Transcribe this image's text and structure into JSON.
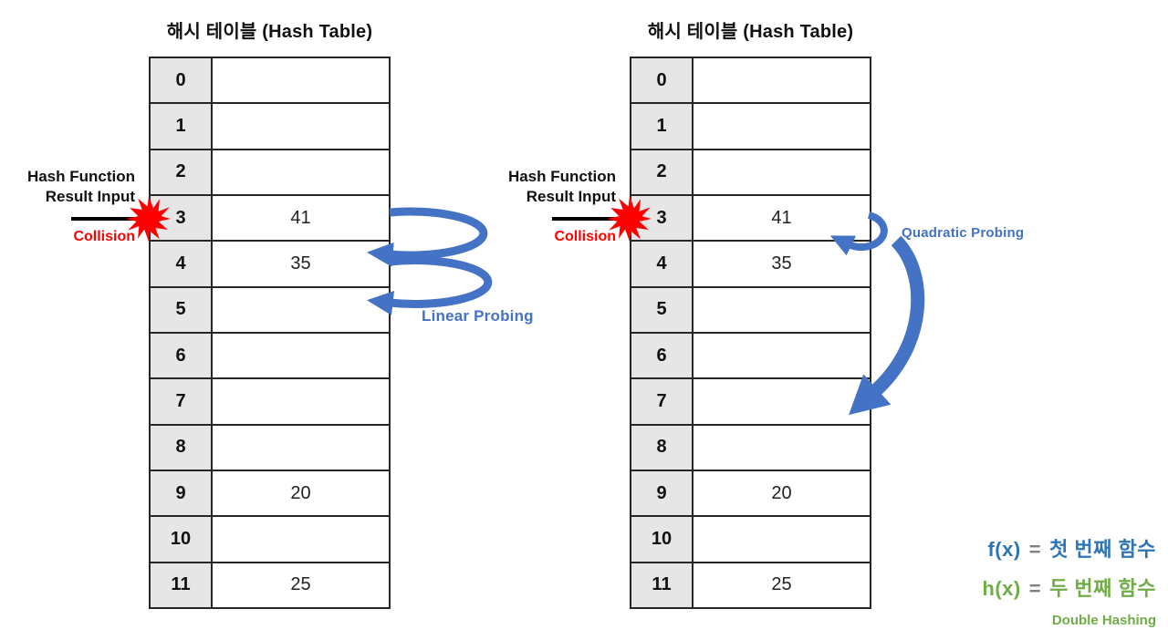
{
  "colors": {
    "arrow_blue": "#4472C4",
    "probing_label_blue": "#4472C4",
    "fx_blue": "#2E75B6",
    "green": "#70AD47",
    "equals_gray": "#808080",
    "collision_red": "#FF0000",
    "index_bg": "#E7E6E6",
    "border_dark": "#262626"
  },
  "left_panel": {
    "title": "해시 테이블 (Hash Table)",
    "hash_label_line1": "Hash Function",
    "hash_label_line2": "Result Input",
    "collision_label": "Collision",
    "probing_label": "Linear Probing",
    "rows": [
      {
        "index": "0",
        "value": ""
      },
      {
        "index": "1",
        "value": ""
      },
      {
        "index": "2",
        "value": ""
      },
      {
        "index": "3",
        "value": "41"
      },
      {
        "index": "4",
        "value": "35"
      },
      {
        "index": "5",
        "value": ""
      },
      {
        "index": "6",
        "value": ""
      },
      {
        "index": "7",
        "value": ""
      },
      {
        "index": "8",
        "value": ""
      },
      {
        "index": "9",
        "value": "20"
      },
      {
        "index": "10",
        "value": ""
      },
      {
        "index": "11",
        "value": "25"
      }
    ]
  },
  "right_panel": {
    "title": "해시 테이블 (Hash Table)",
    "hash_label_line1": "Hash Function",
    "hash_label_line2": "Result Input",
    "collision_label": "Collision",
    "probing_label": "Quadratic Probing",
    "rows": [
      {
        "index": "0",
        "value": ""
      },
      {
        "index": "1",
        "value": ""
      },
      {
        "index": "2",
        "value": ""
      },
      {
        "index": "3",
        "value": "41"
      },
      {
        "index": "4",
        "value": "35"
      },
      {
        "index": "5",
        "value": ""
      },
      {
        "index": "6",
        "value": ""
      },
      {
        "index": "7",
        "value": ""
      },
      {
        "index": "8",
        "value": ""
      },
      {
        "index": "9",
        "value": "20"
      },
      {
        "index": "10",
        "value": ""
      },
      {
        "index": "11",
        "value": "25"
      }
    ]
  },
  "legend": {
    "fx_function": "f(x)",
    "fx_equals": "=",
    "fx_desc": "첫 번째 함수",
    "hx_function": "h(x)",
    "hx_equals": "=",
    "hx_desc": "두 번째 함수",
    "double_hashing_label": "Double Hashing"
  }
}
